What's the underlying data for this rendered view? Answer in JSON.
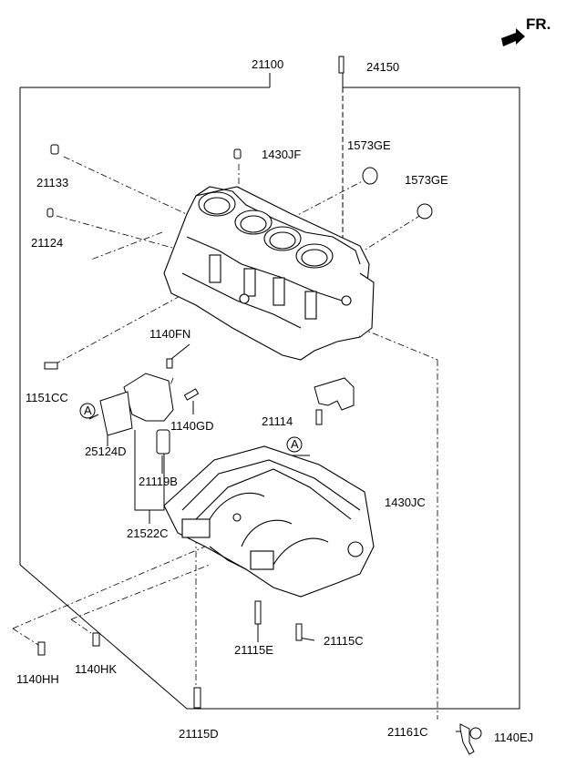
{
  "direction_label": "FR.",
  "part_labels": {
    "p21100": "21100",
    "p24150": "24150",
    "p21133": "21133",
    "p1430JF": "1430JF",
    "p1573GE_a": "1573GE",
    "p1573GE_b": "1573GE",
    "p21124": "21124",
    "p1140FN": "1140FN",
    "p1151CC": "1151CC",
    "p1140GD": "1140GD",
    "p21114": "21114",
    "p25124D": "25124D",
    "p21119B": "21119B",
    "p1430JC": "1430JC",
    "p21522C": "21522C",
    "p21115E": "21115E",
    "p21115C": "21115C",
    "p1140HH": "1140HH",
    "p1140HK": "1140HK",
    "p21115D": "21115D",
    "p21161C": "21161C",
    "p1140EJ": "1140EJ"
  },
  "callouts": {
    "a_left": "A",
    "a_right": "A"
  }
}
